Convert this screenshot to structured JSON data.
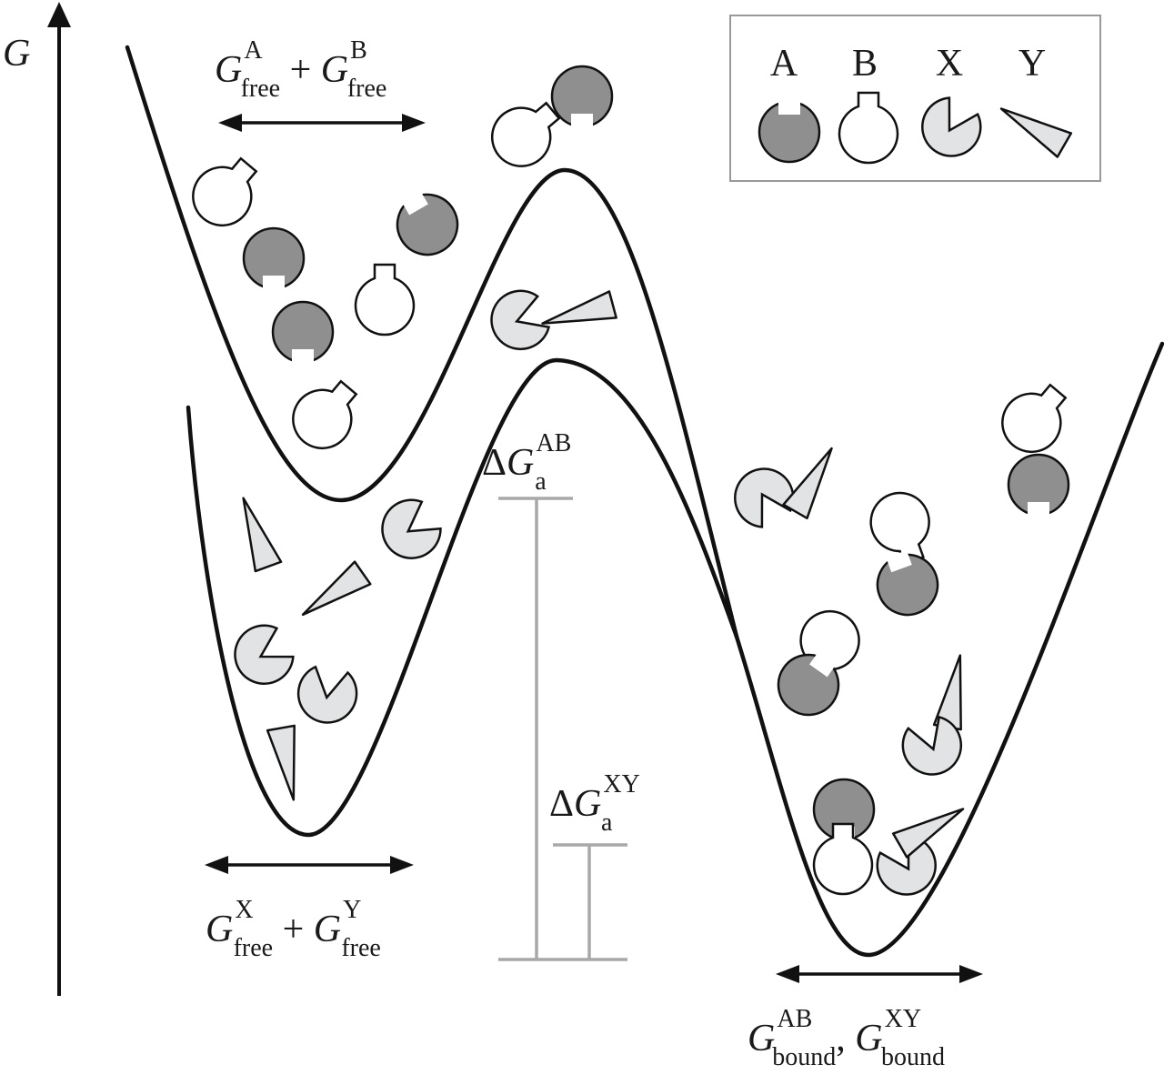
{
  "axis": {
    "label": "G"
  },
  "labels": {
    "free_ab": {
      "G1": "G",
      "sup1": "A",
      "sub1": "free",
      "plus": " + ",
      "G2": "G",
      "sup2": "B",
      "sub2": "free"
    },
    "free_xy": {
      "G1": "G",
      "sup1": "X",
      "sub1": "free",
      "plus": " + ",
      "G2": "G",
      "sup2": "Y",
      "sub2": "free"
    },
    "bound": {
      "G1": "G",
      "sup1": "AB",
      "sub1": "bound",
      "sep": ", ",
      "G2": "G",
      "sup2": "XY",
      "sub2": "bound"
    },
    "dG_ab": {
      "delta": "Δ",
      "G": "G",
      "sup": "AB",
      "sub": "a"
    },
    "dG_xy": {
      "delta": "Δ",
      "G": "G",
      "sup": "XY",
      "sub": "a"
    }
  },
  "legend": [
    {
      "key": "A",
      "icon": "mol-a"
    },
    {
      "key": "B",
      "icon": "mol-b"
    },
    {
      "key": "X",
      "icon": "mol-x"
    },
    {
      "key": "Y",
      "icon": "mol-y"
    }
  ],
  "colors": {
    "molecule_a": "#8f8f8f",
    "molecule_b": "#ffffff",
    "molecule_xy": "#e2e3e4",
    "barrier_bars": "#a8a8a8",
    "curves": "#111111"
  }
}
